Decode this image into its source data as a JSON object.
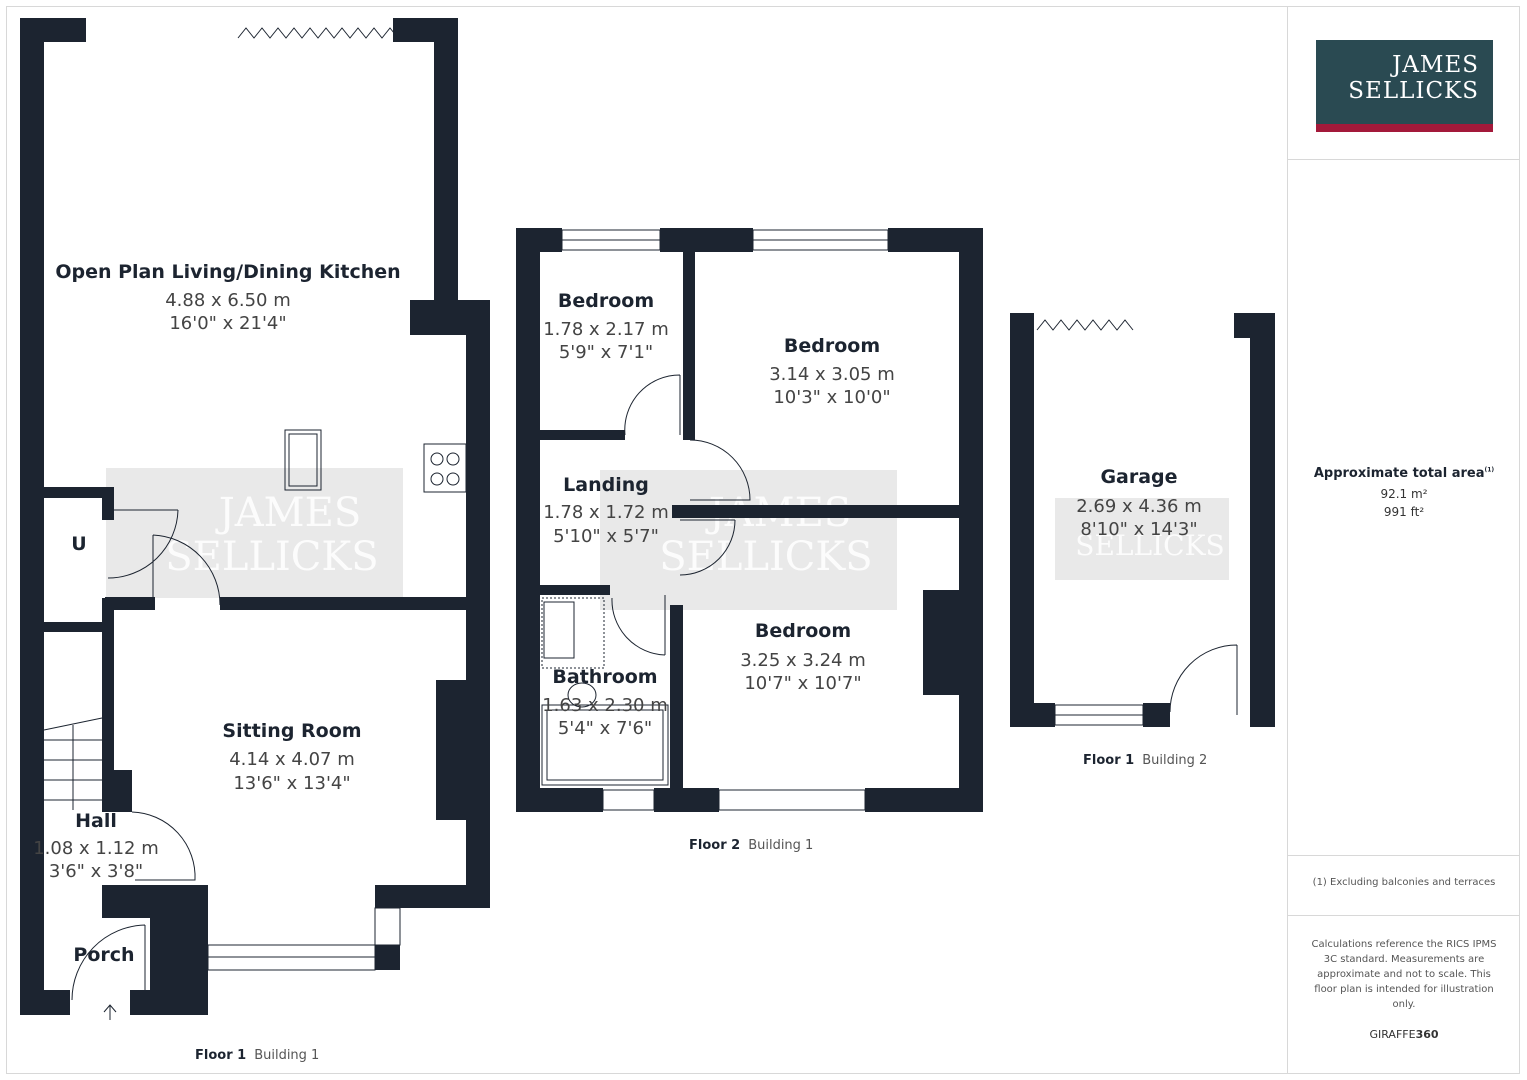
{
  "rooms": {
    "kitchen": {
      "name": "Open Plan Living/Dining Kitchen",
      "metric": "4.88 x 6.50 m",
      "imperial": "16'0\" x 21'4\""
    },
    "utility": {
      "name": "U"
    },
    "sitting": {
      "name": "Sitting Room",
      "metric": "4.14 x 4.07 m",
      "imperial": "13'6\" x 13'4\""
    },
    "hall": {
      "name": "Hall",
      "metric": "1.08 x 1.12 m",
      "imperial": "3'6\" x 3'8\""
    },
    "porch": {
      "name": "Porch"
    },
    "bedroom1": {
      "name": "Bedroom",
      "metric": "1.78 x 2.17 m",
      "imperial": "5'9\" x 7'1\""
    },
    "bedroom2": {
      "name": "Bedroom",
      "metric": "3.14 x 3.05 m",
      "imperial": "10'3\" x 10'0\""
    },
    "landing": {
      "name": "Landing",
      "metric": "1.78 x 1.72 m",
      "imperial": "5'10\" x 5'7\""
    },
    "bathroom": {
      "name": "Bathroom",
      "metric": "1.63 x 2.30 m",
      "imperial": "5'4\" x 7'6\""
    },
    "bedroom3": {
      "name": "Bedroom",
      "metric": "3.25 x 3.24 m",
      "imperial": "10'7\" x 10'7\""
    },
    "garage": {
      "name": "Garage",
      "metric": "2.69 x 4.36 m",
      "imperial": "8'10\" x 14'3\""
    }
  },
  "captions": [
    {
      "floor": "Floor 1",
      "building": "Building 1"
    },
    {
      "floor": "Floor 2",
      "building": "Building 1"
    },
    {
      "floor": "Floor 1",
      "building": "Building 2"
    }
  ],
  "watermark": {
    "line1": "JAMES",
    "line2": "SELLICKS"
  },
  "sidebar": {
    "logo_line1": "JAMES",
    "logo_line2": "SELLICKS",
    "area_title": "Approximate total area",
    "area_note_ref": "(1)",
    "area_m2": "92.1 m²",
    "area_ft2": "991 ft²",
    "footnote": "(1) Excluding balconies and terraces",
    "disclaimer": "Calculations reference the RICS IPMS 3C standard. Measurements are approximate and not to scale. This floor plan is intended for illustration only.",
    "brand_a": "GIRAFFE",
    "brand_b": "360"
  },
  "colors": {
    "wall": "#1c2430",
    "logo_bg": "#2a4a52",
    "logo_bar": "#a3193a"
  }
}
